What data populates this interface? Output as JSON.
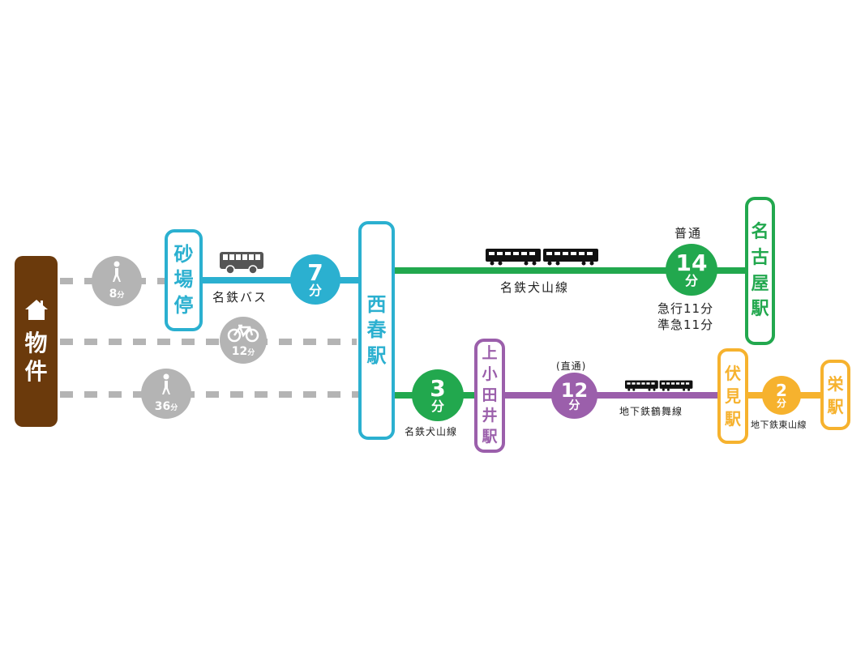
{
  "colors": {
    "property": "#6b3a0c",
    "bus": "#2bb0d0",
    "meitetsu": "#22a84e",
    "tsurumai": "#9b5fab",
    "higashiyama": "#f6b22e",
    "access": "#b4b4b4"
  },
  "property": {
    "label": [
      "物",
      "件"
    ],
    "icon": "house-icon"
  },
  "access": {
    "walk_to_stop": {
      "minutes": "8",
      "unit": "分",
      "icon": "walking-person-icon"
    },
    "bike_to_station": {
      "minutes": "12",
      "unit": "分",
      "icon": "bicycle-icon"
    },
    "walk_to_station": {
      "minutes": "36",
      "unit": "分",
      "icon": "walking-person-icon"
    }
  },
  "stations": {
    "sunabatei": [
      "砂",
      "場",
      "停"
    ],
    "nishiharu": [
      "西",
      "春",
      "駅"
    ],
    "nagoya": [
      "名",
      "古",
      "屋",
      "駅"
    ],
    "kamiotai": [
      "上",
      "小",
      "田",
      "井",
      "駅"
    ],
    "fushimi": [
      "伏",
      "見",
      "駅"
    ],
    "sakae": [
      "栄",
      "駅"
    ]
  },
  "legs": {
    "bus": {
      "minutes": "7",
      "unit": "分",
      "line": "名鉄バス",
      "icon": "bus-icon"
    },
    "inuyama_to_nagoya": {
      "minutes": "14",
      "unit": "分",
      "line": "名鉄犬山線",
      "above": "普通",
      "notes": [
        "急行11分",
        "準急11分"
      ],
      "icon": "train-icon"
    },
    "inuyama_to_kamiotai": {
      "minutes": "3",
      "unit": "分",
      "line": "名鉄犬山線"
    },
    "tsurumai": {
      "minutes": "12",
      "unit": "分",
      "line": "地下鉄鶴舞線",
      "above": "(直通)",
      "icon": "train-icon"
    },
    "higashiyama": {
      "minutes": "2",
      "unit": "分",
      "line": "地下鉄東山線"
    }
  }
}
